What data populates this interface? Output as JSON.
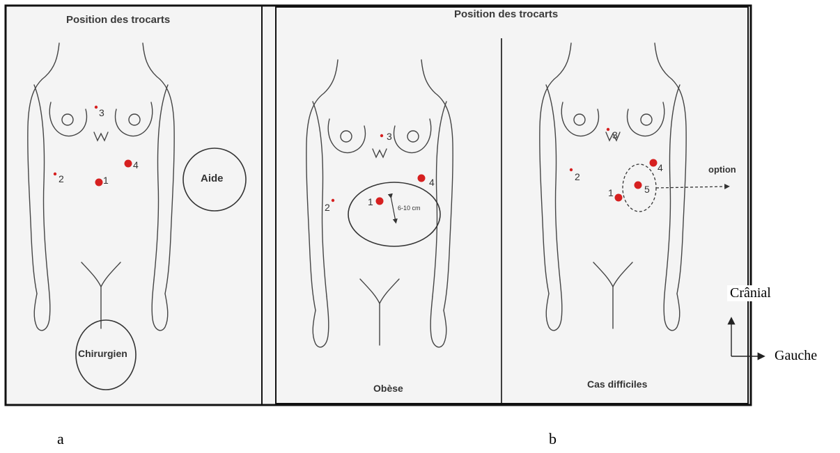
{
  "panel_a": {
    "title": "Position des trocarts",
    "assistant_label": "Aide",
    "surgeon_label": "Chirurgien",
    "ports": [
      "3",
      "4",
      "2",
      "1"
    ],
    "caption": "a"
  },
  "panel_b": {
    "title": "Position des trocarts",
    "caption": "b",
    "obese": {
      "label": "Obèse",
      "ports": [
        "3",
        "4",
        "2",
        "1"
      ],
      "distance": "6-10 cm"
    },
    "difficult": {
      "label": "Cas difficiles",
      "ports": [
        "3",
        "4",
        "2",
        "1",
        "5"
      ],
      "option_label": "option"
    }
  },
  "orientation": {
    "cranial_label": "Crânial",
    "left_label": "Gauche"
  },
  "colors": {
    "port": "#d62020",
    "ink": "#444444",
    "paper": "#f4f4f4",
    "frame": "#111111"
  }
}
